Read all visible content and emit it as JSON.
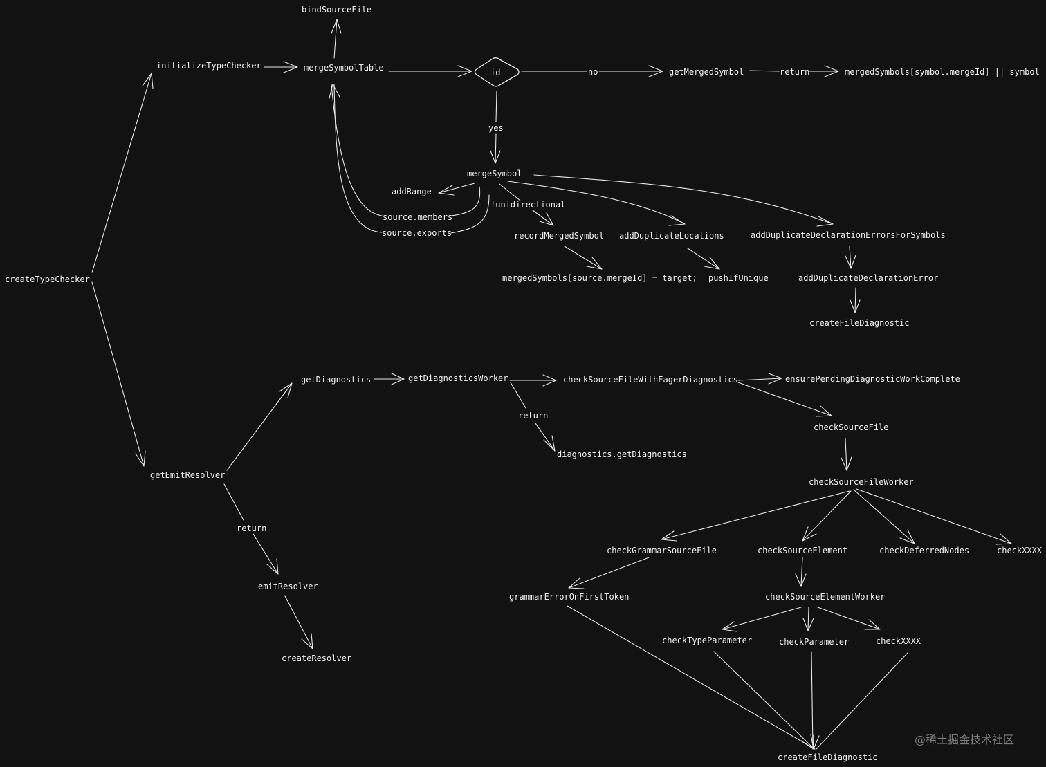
{
  "nodes": {
    "bindSourceFile": "bindSourceFile",
    "initializeTypeChecker": "initializeTypeChecker",
    "mergeSymbolTable": "mergeSymbolTable",
    "id": "id",
    "getMergedSymbol": "getMergedSymbol",
    "mergedSymbolsExpr": "mergedSymbols[symbol.mergeId] || symbol",
    "mergeSymbol": "mergeSymbol",
    "addRange": "addRange",
    "sourceMembers": "source.members",
    "sourceExports": "source.exports",
    "recordMergedSymbol": "recordMergedSymbol",
    "addDuplicateLocations": "addDuplicateLocations",
    "addDuplicateDeclarationErrorsForSymbols": "addDuplicateDeclarationErrorsForSymbols",
    "mergedSymbolsAssign": "mergedSymbols[source.mergeId] = target;",
    "pushIfUnique": "pushIfUnique",
    "addDuplicateDeclarationError": "addDuplicateDeclarationError",
    "createFileDiagnostic1": "createFileDiagnostic",
    "createTypeChecker": "createTypeChecker",
    "getDiagnostics": "getDiagnostics",
    "getDiagnosticsWorker": "getDiagnosticsWorker",
    "checkSourceFileWithEagerDiagnostics": "checkSourceFileWithEagerDiagnostics",
    "ensurePendingDiagnosticWorkComplete": "ensurePendingDiagnosticWorkComplete",
    "diagnosticsGetDiagnostics": "diagnostics.getDiagnostics",
    "checkSourceFile": "checkSourceFile",
    "checkSourceFileWorker": "checkSourceFileWorker",
    "getEmitResolver": "getEmitResolver",
    "emitResolver": "emitResolver",
    "createResolver": "createResolver",
    "checkGrammarSourceFile": "checkGrammarSourceFile",
    "checkSourceElement": "checkSourceElement",
    "checkDeferredNodes": "checkDeferredNodes",
    "checkXXXX1": "checkXXXX",
    "grammarErrorOnFirstToken": "grammarErrorOnFirstToken",
    "checkSourceElementWorker": "checkSourceElementWorker",
    "checkTypeParameter": "checkTypeParameter",
    "checkParameter": "checkParameter",
    "checkXXXX2": "checkXXXX",
    "createFileDiagnostic2": "createFileDiagnostic"
  },
  "edge_labels": {
    "no": "no",
    "return1": "return",
    "yes": "yes",
    "unidirectional": "!unidirectional",
    "return2": "return",
    "return3": "return"
  },
  "watermark": "@稀土掘金技术社区"
}
